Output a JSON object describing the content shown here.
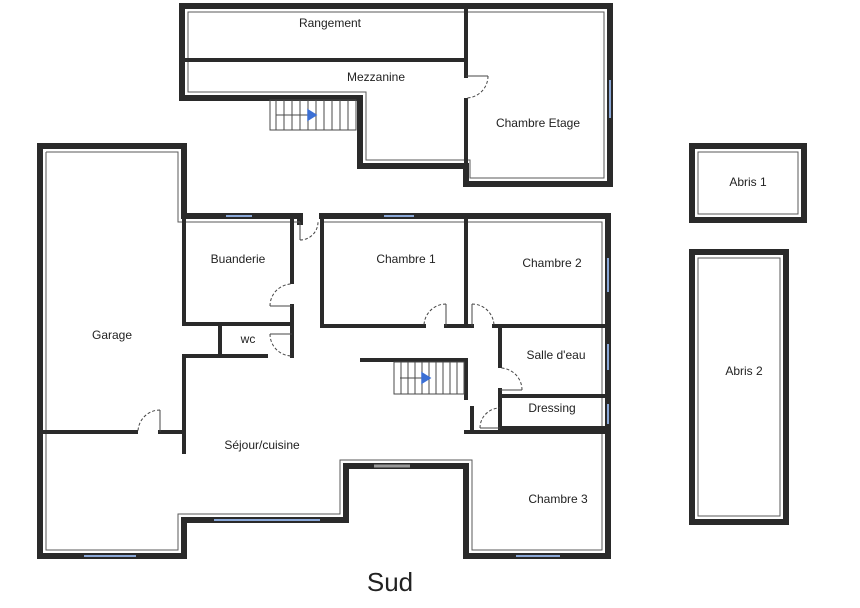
{
  "rooms": {
    "rangement": "Rangement",
    "mezzanine": "Mezzanine",
    "chambre_etage": "Chambre Etage",
    "abris_1": "Abris 1",
    "abris_2": "Abris 2",
    "buanderie": "Buanderie",
    "chambre_1": "Chambre 1",
    "chambre_2": "Chambre 2",
    "garage": "Garage",
    "wc": "wc",
    "salle_eau": "Salle d'eau",
    "dressing": "Dressing",
    "sejour_cuisine": "Séjour/cuisine",
    "chambre_3": "Chambre 3"
  },
  "orientation": "Sud",
  "colors": {
    "wall": "#2a2a2a",
    "window": "#8aa8d8",
    "stair_arrow": "#3b6fd4"
  }
}
